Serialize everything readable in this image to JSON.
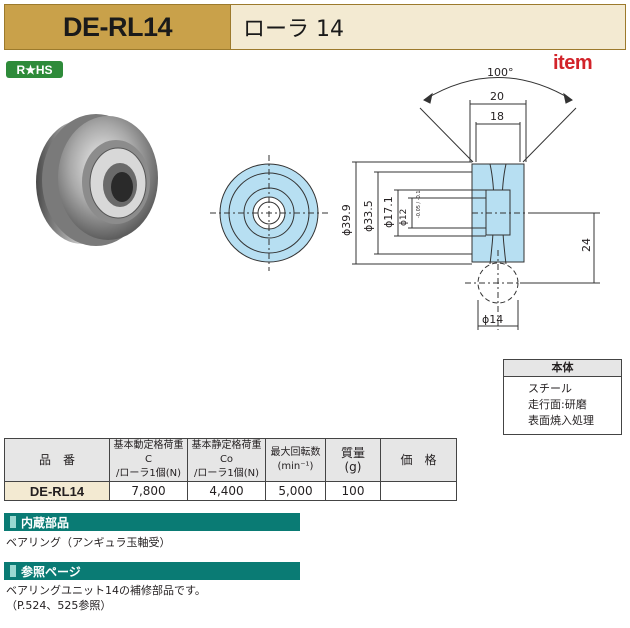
{
  "header": {
    "model_code": "DE-RL14",
    "product_name": "ローラ 14"
  },
  "badges": {
    "rohs": "R★HS",
    "brand": "item"
  },
  "drawing": {
    "angle": "100°",
    "width_outer": "20",
    "width_inner": "18",
    "dia_outer": "ϕ39.9",
    "dia_track": "ϕ33.5",
    "dia_hub": "ϕ17.1",
    "dia_bore": "ϕ12",
    "bore_tolerance": "-0.05 / -0.1",
    "height": "24",
    "dia_rail": "ϕ14"
  },
  "material_box": {
    "title": "本体",
    "lines": [
      "スチール",
      "走行面:研磨",
      "表面焼入処理"
    ]
  },
  "spec_table": {
    "headers": [
      {
        "l1": "品　番",
        "l2": ""
      },
      {
        "l1": "基本動定格荷重 C",
        "l2": "/ローラ1個(N)"
      },
      {
        "l1": "基本静定格荷重 Co",
        "l2": "/ローラ1個(N)"
      },
      {
        "l1": "最大回転数",
        "l2": "(min⁻¹)"
      },
      {
        "l1": "質量",
        "l2": "(g)"
      },
      {
        "l1": "価　格",
        "l2": ""
      }
    ],
    "row": [
      "DE-RL14",
      "7,800",
      "4,400",
      "5,000",
      "100",
      ""
    ]
  },
  "sections": {
    "builtin": {
      "title": "内蔵部品",
      "text": "ベアリング（アンギュラ玉軸受）"
    },
    "reference": {
      "title": "参照ページ",
      "line1": "ベアリングユニット14の補修部品です。",
      "line2": "（P.524、525参照）"
    }
  },
  "colors": {
    "gold": "#c9a14a",
    "cream": "#f3ead2",
    "teal": "#0a7b74",
    "part_blue": "#b7dff2",
    "brand_red": "#d2232a"
  }
}
